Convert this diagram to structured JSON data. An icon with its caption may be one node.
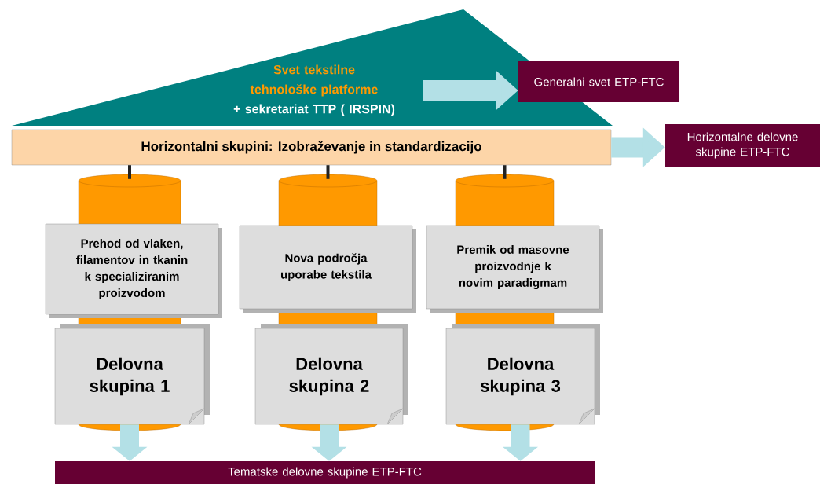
{
  "diagram": {
    "nodes": [
      {
        "text": [
          "Svet tekstilne tehnološke platforme",
          "+ sekretariat TTP ( IRSPIN)"
        ]
      },
      {
        "text": [
          "Generalni svet ETP-FTC"
        ]
      },
      {
        "text": [
          "Horizontalni skupini: Izobraževanje in standardizacijo"
        ]
      },
      {
        "text": [
          "Horizontalne delovne skupine ETP-FTC"
        ]
      },
      {
        "text": [],
        "shape": "cylinder"
      },
      {
        "text": [],
        "shape": "cylinder"
      },
      {
        "text": [],
        "shape": "cylinder"
      },
      {
        "text": [
          "Prehod od vlaken, filamentov in tkanin k specializiranim proizvodom"
        ]
      },
      {
        "text": [
          "Nova področja uporabe tekstila"
        ]
      },
      {
        "text": [
          "Premik od masovne proizvodnje k novim paradigmam"
        ]
      },
      {
        "text": [
          "Delovna skupina 1"
        ]
      },
      {
        "text": [
          "Delovna skupina 2"
        ]
      },
      {
        "text": [
          "Delovna skupina 3"
        ]
      },
      {
        "text": [
          "Tematske delovne skupine ETP-FTC"
        ]
      }
    ],
    "edges": [
      {
        "from": 0,
        "to": 1,
        "arrow": "to"
      },
      {
        "from": 2,
        "to": 3,
        "arrow": "to"
      },
      {
        "from": 2,
        "to": 4,
        "arrow": "none",
        "color": "#222222"
      },
      {
        "from": 2,
        "to": 5,
        "arrow": "none",
        "color": "#222222"
      },
      {
        "from": 2,
        "to": 6,
        "arrow": "none",
        "color": "#222222"
      },
      {
        "from": 10,
        "to": 13,
        "arrow": "to"
      },
      {
        "from": 11,
        "to": 13,
        "arrow": "to"
      },
      {
        "from": 12,
        "to": 13,
        "arrow": "to"
      }
    ]
  }
}
